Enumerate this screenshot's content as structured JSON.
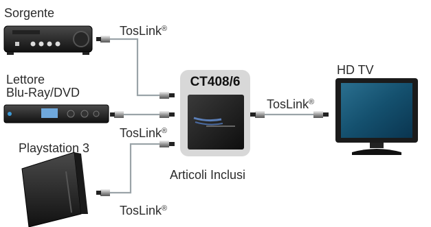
{
  "sources": {
    "source1": "Sorgente",
    "source2_line1": "Lettore",
    "source2_line2": "Blu-Ray/DVD",
    "source3": "Playstation 3"
  },
  "switch": {
    "model": "CT408/6",
    "caption": "Articoli Inclusi"
  },
  "output": {
    "display": "HD TV"
  },
  "cables": {
    "label": "TosLink",
    "mark": "®"
  }
}
